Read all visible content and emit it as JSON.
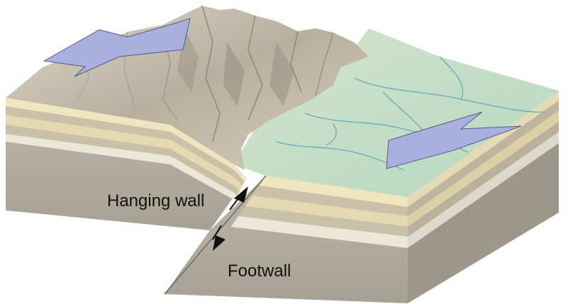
{
  "labels": {
    "hanging_wall": "Hanging wall",
    "footwall": "Footwall"
  },
  "colors": {
    "background": "#ffffff",
    "arrow_fill": "#a9b0e0",
    "arrow_stroke": "#55598a",
    "mountain": "#b9b2a0",
    "plain": "#bfdcc0",
    "river": "#6aa6c4",
    "strata_cream": "#efe6bf",
    "strata_tan": "#c9c1a8",
    "strata_sand": "#e6d9b1",
    "block_side": "#b4aea1",
    "block_dark": "#9b9589",
    "fault_arrow": "#111111"
  },
  "icons": [
    "extension-arrow-left",
    "extension-arrow-right",
    "slip-arrow-up",
    "slip-arrow-down"
  ]
}
